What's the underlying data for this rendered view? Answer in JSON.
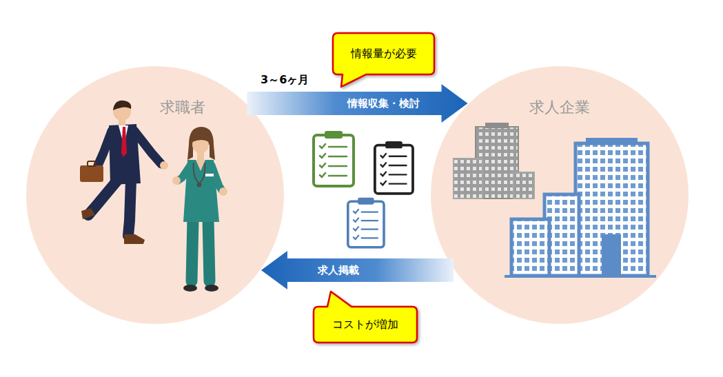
{
  "diagram": {
    "nodes": [
      {
        "text": [
          "情報量が必要"
        ]
      },
      {
        "text": [
          "求職者"
        ]
      },
      {
        "text": [
          "求人企業"
        ]
      },
      {
        "text": [
          "コストが増加"
        ]
      }
    ],
    "edges": [
      {
        "from": 1,
        "to": 2,
        "arrow": "to",
        "label": "情報収集・検討"
      },
      {
        "from": 2,
        "to": 1,
        "arrow": "to",
        "label": "求人掲載"
      }
    ],
    "labels": [
      "3～6ヶ月"
    ]
  }
}
